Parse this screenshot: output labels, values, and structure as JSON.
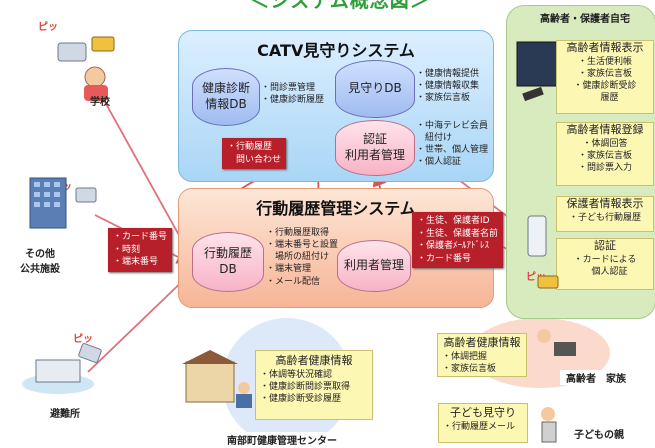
{
  "diagram_title": "＜システム概念図＞",
  "catv": {
    "title": "CATV見守りシステム",
    "health_db": [
      "健康診断",
      "情報DB"
    ],
    "health_db_notes": [
      "・問診票管理",
      "・健康診断履歴"
    ],
    "mimamori_db": "見守りDB",
    "mimamori_notes": [
      "・健康情報提供",
      "・健康情報収集",
      "・家族伝言板"
    ],
    "auth": [
      "認証",
      "利用者管理"
    ],
    "auth_notes": [
      "・中海テレビ会員",
      "　紐付け",
      "・世帯、個人管理",
      "・個人認証"
    ]
  },
  "action_system": {
    "title": "行動履歴管理システム",
    "db": [
      "行動履歴",
      "DB"
    ],
    "db_notes": [
      "・行動履歴取得",
      "・端末番号と設置",
      "　場所の紐付け",
      "・端末管理",
      "・メール配信"
    ],
    "user_mgmt": "利用者管理"
  },
  "red_query": [
    "・行動履歴",
    "　問い合わせ"
  ],
  "red_card": [
    "・カード番号",
    "・時刻",
    "・端末番号"
  ],
  "red_ids": [
    "・生徒、保護者ID",
    "・生徒、保護者名前",
    "・保護者ﾒｰﾙｱﾄﾞﾚｽ",
    "・カード番号"
  ],
  "beep": "ピッ",
  "locations": {
    "school": "学校",
    "public": [
      "その他",
      "公共施設"
    ],
    "shelter": "避難所",
    "center": "南部町健康管理センター"
  },
  "home": {
    "title": "高齢者・保護者自宅",
    "elderly_display": {
      "heading": "高齢者情報表示",
      "items": [
        "・生活便利帳",
        "・家族伝言板",
        "・健康診断受診",
        "　履歴"
      ]
    },
    "elderly_register": {
      "heading": "高齢者情報登録",
      "items": [
        "・体調回答",
        "・家族伝言板",
        "・問診票入力"
      ]
    },
    "guardian_display": {
      "heading": "保護者情報表示",
      "items": [
        "・子ども行動履歴"
      ]
    },
    "auth": {
      "heading": "認証",
      "items": [
        "・カードによる",
        "　個人認証"
      ]
    }
  },
  "center_box": {
    "heading": "高齢者健康情報",
    "items": [
      "・体調等状況確認",
      "・健康診断問診票取得",
      "・健康診断受診履歴"
    ]
  },
  "family": {
    "heading": "高齢者健康情報",
    "items": [
      "・体調把握",
      "・家族伝言板"
    ],
    "label": "高齢者　家族"
  },
  "parent": {
    "heading": "子ども見守り",
    "items": [
      "・行動履歴メール"
    ],
    "label": "子どもの親"
  },
  "colors": {
    "green": "#2f9e3a",
    "red": "#b7202a",
    "catv_bg": "#b7dcf6",
    "action_bg": "#f9c6ab",
    "home_bg": "#d7ebbe",
    "note_bg": "#fdf7b4"
  }
}
